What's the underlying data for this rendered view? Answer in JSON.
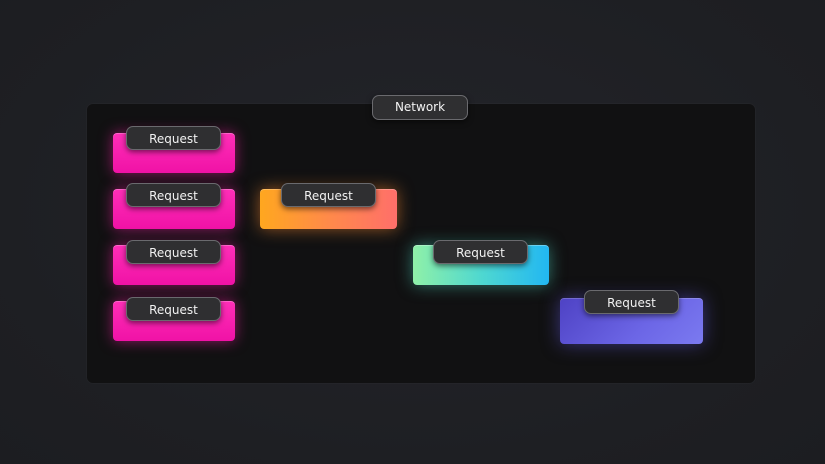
{
  "diagram": {
    "container": {
      "label": "Network"
    },
    "requests": [
      {
        "label": "Request",
        "color": "#ff2fb8",
        "group": "column-1"
      },
      {
        "label": "Request",
        "color": "#ff2fb8",
        "group": "column-1"
      },
      {
        "label": "Request",
        "color": "#ff2fb8",
        "group": "column-1"
      },
      {
        "label": "Request",
        "color": "#ff2fb8",
        "group": "column-1"
      },
      {
        "label": "Request",
        "color": "#ff8a4a",
        "group": "step-2"
      },
      {
        "label": "Request",
        "color": "#4fd8d0",
        "group": "step-3"
      },
      {
        "label": "Request",
        "color": "#6c66e6",
        "group": "step-4"
      }
    ]
  },
  "colors": {
    "background": "#1f2024",
    "panel": "#111112",
    "pill_fill": "#2f2f31",
    "pill_border": "#6a6a6e",
    "pink": "#ff2fb8",
    "orange": "#ff8a4a",
    "teal": "#4fd8d0",
    "indigo": "#6c66e6"
  }
}
